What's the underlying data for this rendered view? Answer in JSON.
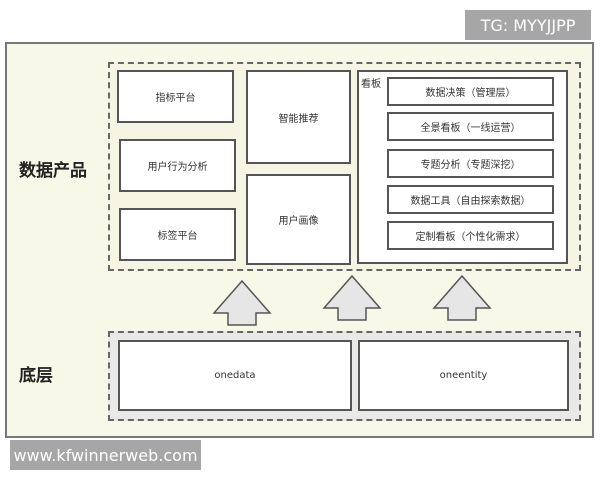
{
  "watermarks": {
    "top_right": "TG: MYYJJPP",
    "bottom_left": "www.kfwinnerweb.com"
  },
  "layers": {
    "product": {
      "label": "数据产品",
      "left_column": [
        "指标平台",
        "用户行为分析",
        "标签平台"
      ],
      "middle_column": [
        "智能推荐",
        "用户画像"
      ],
      "kanban": {
        "title": "看板",
        "items": [
          "数据决策（管理层）",
          "全景看板（一线运营）",
          "专题分析（专题深挖）",
          "数据工具（自由探索数据）",
          "定制看板（个性化需求）"
        ]
      }
    },
    "base": {
      "label": "底层",
      "items": [
        "onedata",
        "oneentity"
      ]
    }
  },
  "arrows": {
    "count": 3,
    "icon": "up-arrow-icon",
    "fill": "#e6e6e6",
    "stroke": "#555555"
  },
  "colors": {
    "frame_bg": "#f8f8e9",
    "base_bg": "#e9e9e7",
    "watermark_bg": "#a6a6a6"
  }
}
